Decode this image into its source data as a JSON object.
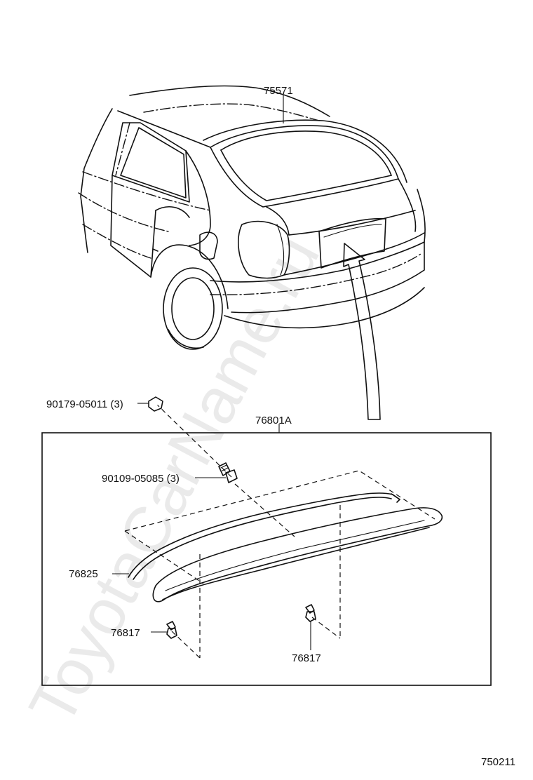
{
  "watermark": "ToyotaCarName.ru",
  "diagram_code": "750211",
  "parts": {
    "window_molding": "75571",
    "clip_a": "90179-05011 (3)",
    "bolt": "90109-05085 (3)",
    "spoiler_assy": "76801A",
    "seal": "76825",
    "clip_left": "76817",
    "clip_right": "76817"
  }
}
